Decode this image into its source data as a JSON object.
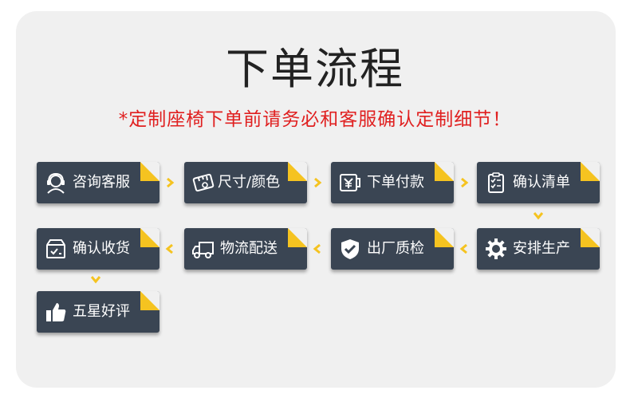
{
  "header": {
    "title": "下单流程",
    "subtitle": "*定制座椅下单前请务必和客服确认定制细节！"
  },
  "steps": [
    {
      "label": "咨询客服",
      "icon": "customer-service-icon"
    },
    {
      "label": "尺寸/颜色",
      "icon": "ruler-icon"
    },
    {
      "label": "下单付款",
      "icon": "payment-icon"
    },
    {
      "label": "确认清单",
      "icon": "checklist-icon"
    },
    {
      "label": "安排生产",
      "icon": "gear-icon"
    },
    {
      "label": "出厂质检",
      "icon": "shield-check-icon"
    },
    {
      "label": "物流配送",
      "icon": "truck-icon"
    },
    {
      "label": "确认收货",
      "icon": "box-icon"
    },
    {
      "label": "五星好评",
      "icon": "thumbs-up-icon"
    }
  ],
  "colors": {
    "step_bg": "#3a4553",
    "accent": "#f5c320",
    "title": "#222222",
    "subtitle": "#e02020",
    "panel": "#f0f0f0"
  }
}
